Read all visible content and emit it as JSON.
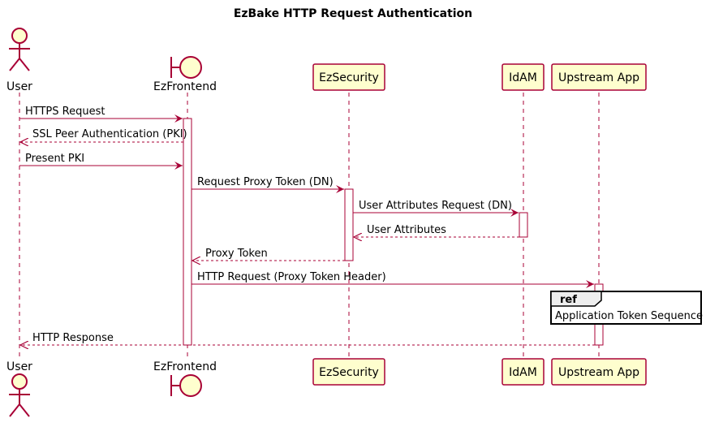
{
  "title": "EzBake HTTP Request Authentication",
  "participants": [
    {
      "id": "user",
      "label": "User",
      "shape": "actor-icon"
    },
    {
      "id": "ezfrontend",
      "label": "EzFrontend",
      "shape": "boundary-icon"
    },
    {
      "id": "ezsecurity",
      "label": "EzSecurity",
      "shape": "box"
    },
    {
      "id": "idam",
      "label": "IdAM",
      "shape": "box"
    },
    {
      "id": "upstream",
      "label": "Upstream App",
      "shape": "box"
    }
  ],
  "messages": [
    {
      "from": "user",
      "to": "ezfrontend",
      "label": "HTTPS Request",
      "style": "solid"
    },
    {
      "from": "ezfrontend",
      "to": "user",
      "label": "SSL Peer Authentication (PKI)",
      "style": "dashed"
    },
    {
      "from": "user",
      "to": "ezfrontend",
      "label": "Present PKI",
      "style": "solid"
    },
    {
      "from": "ezfrontend",
      "to": "ezsecurity",
      "label": "Request Proxy Token (DN)",
      "style": "solid"
    },
    {
      "from": "ezsecurity",
      "to": "idam",
      "label": "User Attributes Request (DN)",
      "style": "solid"
    },
    {
      "from": "idam",
      "to": "ezsecurity",
      "label": "User Attributes",
      "style": "dashed"
    },
    {
      "from": "ezsecurity",
      "to": "ezfrontend",
      "label": "Proxy Token",
      "style": "dashed"
    },
    {
      "from": "ezfrontend",
      "to": "upstream",
      "label": "HTTP Request (Proxy Token Header)",
      "style": "solid"
    },
    {
      "from": "upstream",
      "to": "user",
      "label": "HTTP Response",
      "style": "dashed"
    }
  ],
  "ref": {
    "tag": "ref",
    "label": "Application Token Sequence"
  },
  "colors": {
    "arrow": "#A80036",
    "box_fill": "#FEFECE",
    "activation_fill": "#FFFFFF",
    "ref_header_fill": "#EEEEEE"
  }
}
